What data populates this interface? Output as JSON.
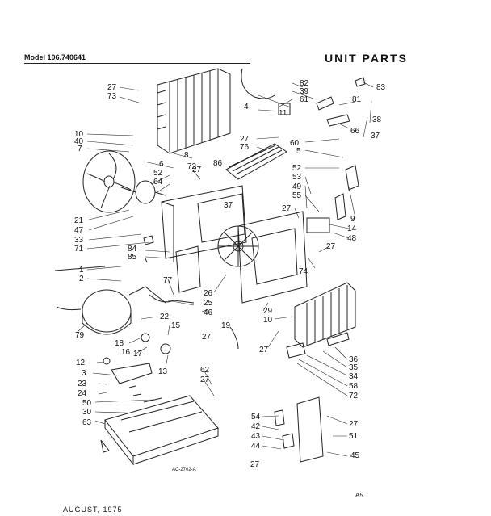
{
  "header": {
    "model": "Model 106.740641",
    "title": "UNIT PARTS"
  },
  "footer": {
    "date": "AUGUST, 1975",
    "drawing_code": "AC-2702-A",
    "page": "A5"
  },
  "callouts": [
    {
      "text": "27"
    },
    {
      "text": "73"
    },
    {
      "text": "10"
    },
    {
      "text": "40"
    },
    {
      "text": "7"
    },
    {
      "text": "6"
    },
    {
      "text": "8"
    },
    {
      "text": "72"
    },
    {
      "text": "52"
    },
    {
      "text": "64"
    },
    {
      "text": "27"
    },
    {
      "text": "86"
    },
    {
      "text": "21"
    },
    {
      "text": "47"
    },
    {
      "text": "33"
    },
    {
      "text": "71"
    },
    {
      "text": "84"
    },
    {
      "text": "85"
    },
    {
      "text": "37"
    },
    {
      "text": "1"
    },
    {
      "text": "2"
    },
    {
      "text": "77"
    },
    {
      "text": "25"
    },
    {
      "text": "26"
    },
    {
      "text": "46"
    },
    {
      "text": "79"
    },
    {
      "text": "22"
    },
    {
      "text": "18"
    },
    {
      "text": "15"
    },
    {
      "text": "16"
    },
    {
      "text": "17"
    },
    {
      "text": "13"
    },
    {
      "text": "27"
    },
    {
      "text": "19"
    },
    {
      "text": "12"
    },
    {
      "text": "3"
    },
    {
      "text": "23"
    },
    {
      "text": "24"
    },
    {
      "text": "62"
    },
    {
      "text": "27"
    },
    {
      "text": "50"
    },
    {
      "text": "30"
    },
    {
      "text": "63"
    },
    {
      "text": "82"
    },
    {
      "text": "39"
    },
    {
      "text": "61"
    },
    {
      "text": "11"
    },
    {
      "text": "4"
    },
    {
      "text": "83"
    },
    {
      "text": "81"
    },
    {
      "text": "38"
    },
    {
      "text": "37"
    },
    {
      "text": "66"
    },
    {
      "text": "27"
    },
    {
      "text": "76"
    },
    {
      "text": "60"
    },
    {
      "text": "5"
    },
    {
      "text": "52"
    },
    {
      "text": "53"
    },
    {
      "text": "49"
    },
    {
      "text": "55"
    },
    {
      "text": "27"
    },
    {
      "text": "9"
    },
    {
      "text": "14"
    },
    {
      "text": "48"
    },
    {
      "text": "27"
    },
    {
      "text": "74"
    },
    {
      "text": "29"
    },
    {
      "text": "10"
    },
    {
      "text": "27"
    },
    {
      "text": "36"
    },
    {
      "text": "35"
    },
    {
      "text": "34"
    },
    {
      "text": "58"
    },
    {
      "text": "72"
    },
    {
      "text": "54"
    },
    {
      "text": "42"
    },
    {
      "text": "43"
    },
    {
      "text": "44"
    },
    {
      "text": "27"
    },
    {
      "text": "51"
    },
    {
      "text": "45"
    },
    {
      "text": "27"
    }
  ]
}
